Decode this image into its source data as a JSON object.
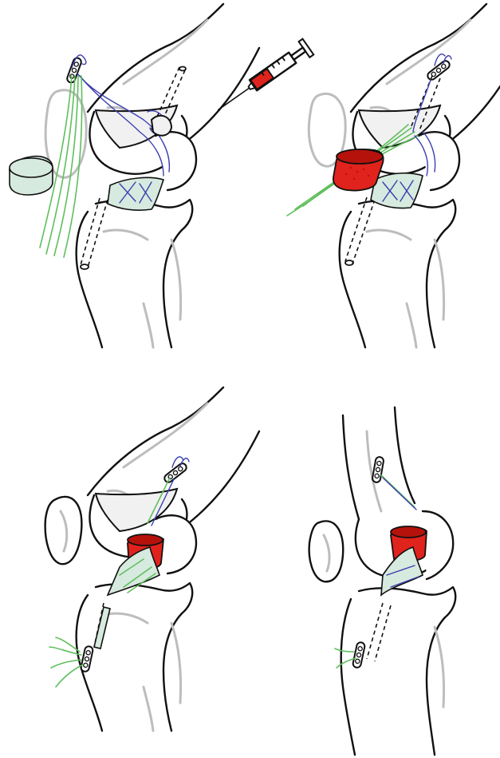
{
  "figure": {
    "panels": [
      {
        "id": "panel-1",
        "step": 1
      },
      {
        "id": "panel-2",
        "step": 2
      },
      {
        "id": "panel-3",
        "step": 3
      },
      {
        "id": "panel-4",
        "step": 4
      }
    ],
    "colors": {
      "bone_outline": "#111111",
      "bone_shading": "#bdbdbd",
      "graft": "#d7eadf",
      "suture_green": "#5fbf5c",
      "suture_blue": "#3b3fb0",
      "scaffold_red": "#e0231c",
      "syringe_fluid": "#e0231c"
    },
    "icons": [
      "femur",
      "tibia",
      "patella",
      "meniscus",
      "acl-graft",
      "cortical-button",
      "bone-tunnel",
      "suture-strands",
      "scaffold",
      "syringe"
    ]
  }
}
